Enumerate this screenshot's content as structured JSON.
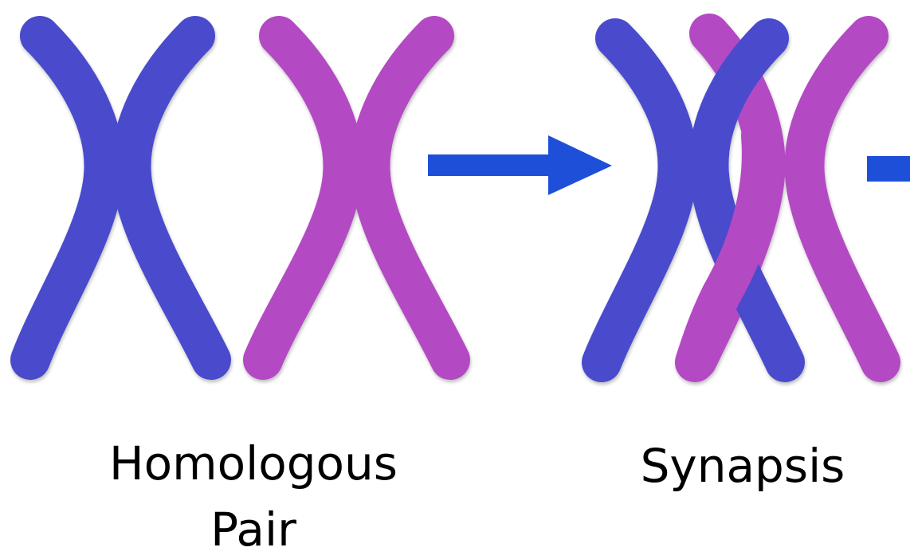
{
  "colors": {
    "homolog_a": "#4a4ccc",
    "homolog_b": "#b448c4",
    "arrow": "#1e4fd8",
    "background": "#ffffff"
  },
  "stages": [
    {
      "label_line_1": "Homologous",
      "label_line_2": "Pair"
    },
    {
      "label_line_1": "Synapsis"
    }
  ],
  "arrows": [
    {
      "from": "Homologous Pair",
      "to": "Synapsis",
      "icon": "right-arrow-icon"
    },
    {
      "from": "Synapsis",
      "to": "next stage (cut off)",
      "icon": "right-arrow-icon"
    }
  ]
}
